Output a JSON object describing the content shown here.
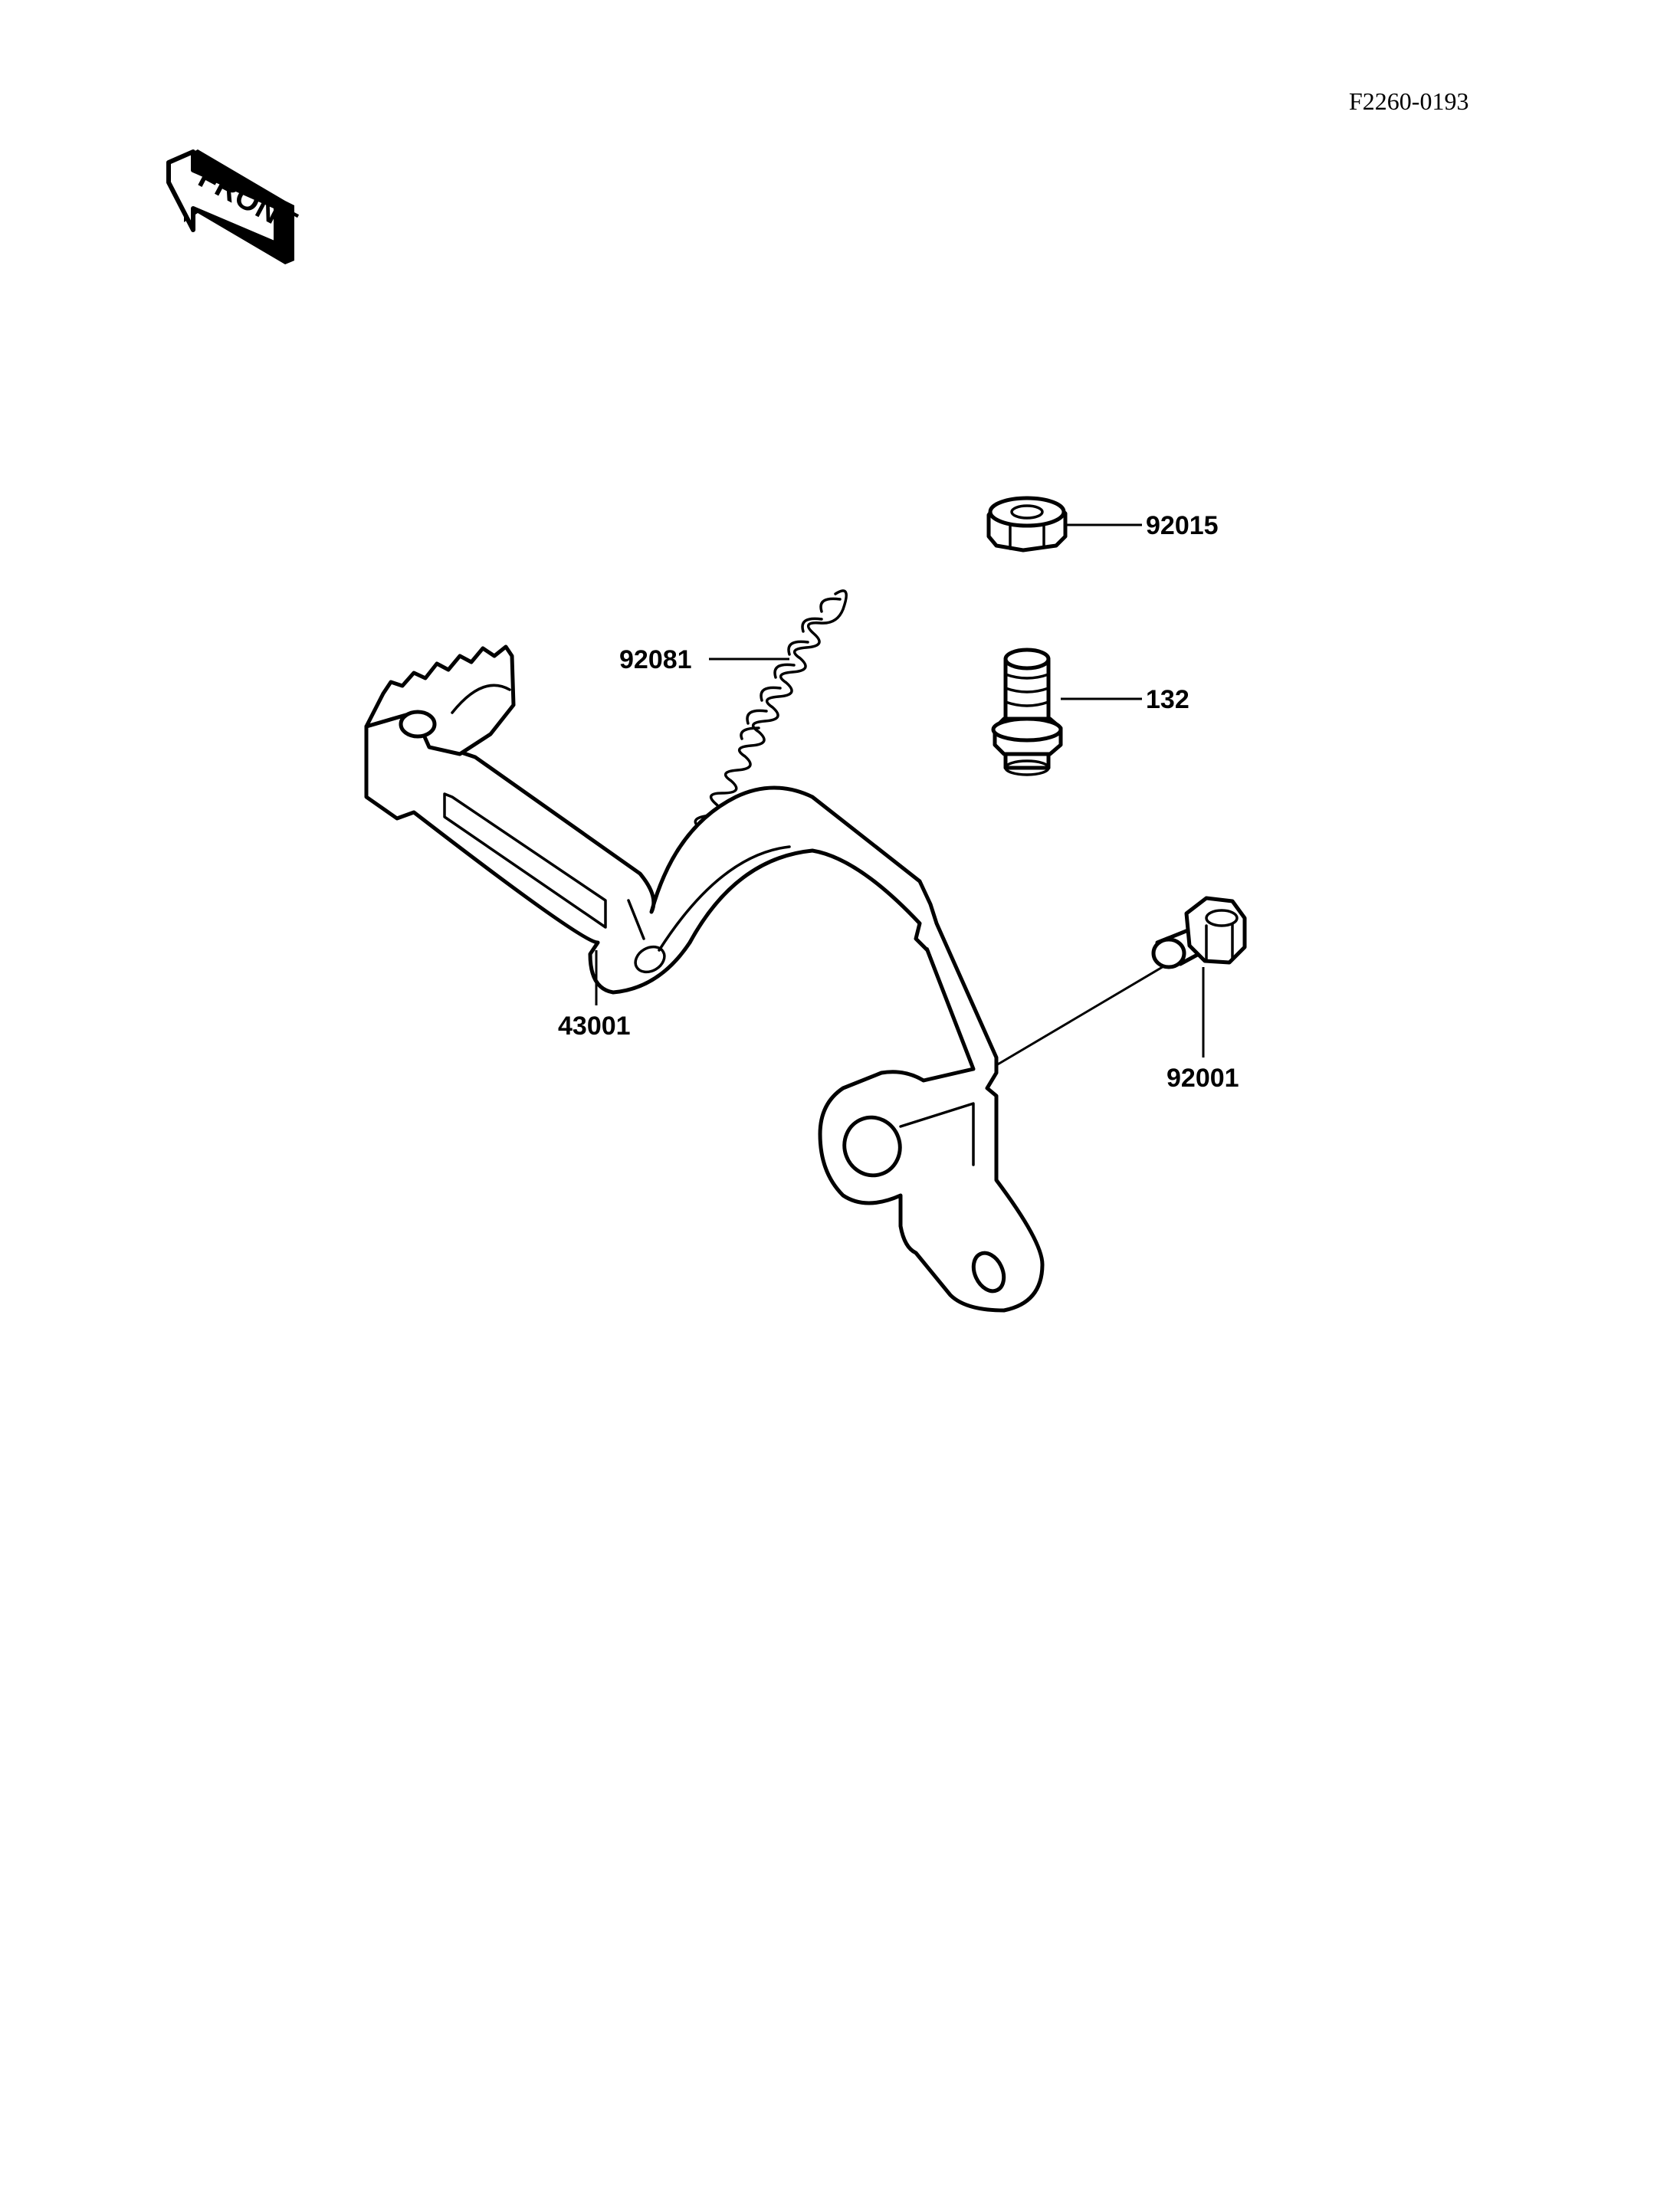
{
  "drawing_code": "F2260-0193",
  "front_marker": {
    "text": "FRONT",
    "icon": "front-arrow-icon"
  },
  "callouts": [
    {
      "id": "nut",
      "label": "92015"
    },
    {
      "id": "spring",
      "label": "92081"
    },
    {
      "id": "pivot-bolt",
      "label": "132"
    },
    {
      "id": "pedal",
      "label": "43001"
    },
    {
      "id": "stopper-bolt",
      "label": "92001"
    }
  ]
}
